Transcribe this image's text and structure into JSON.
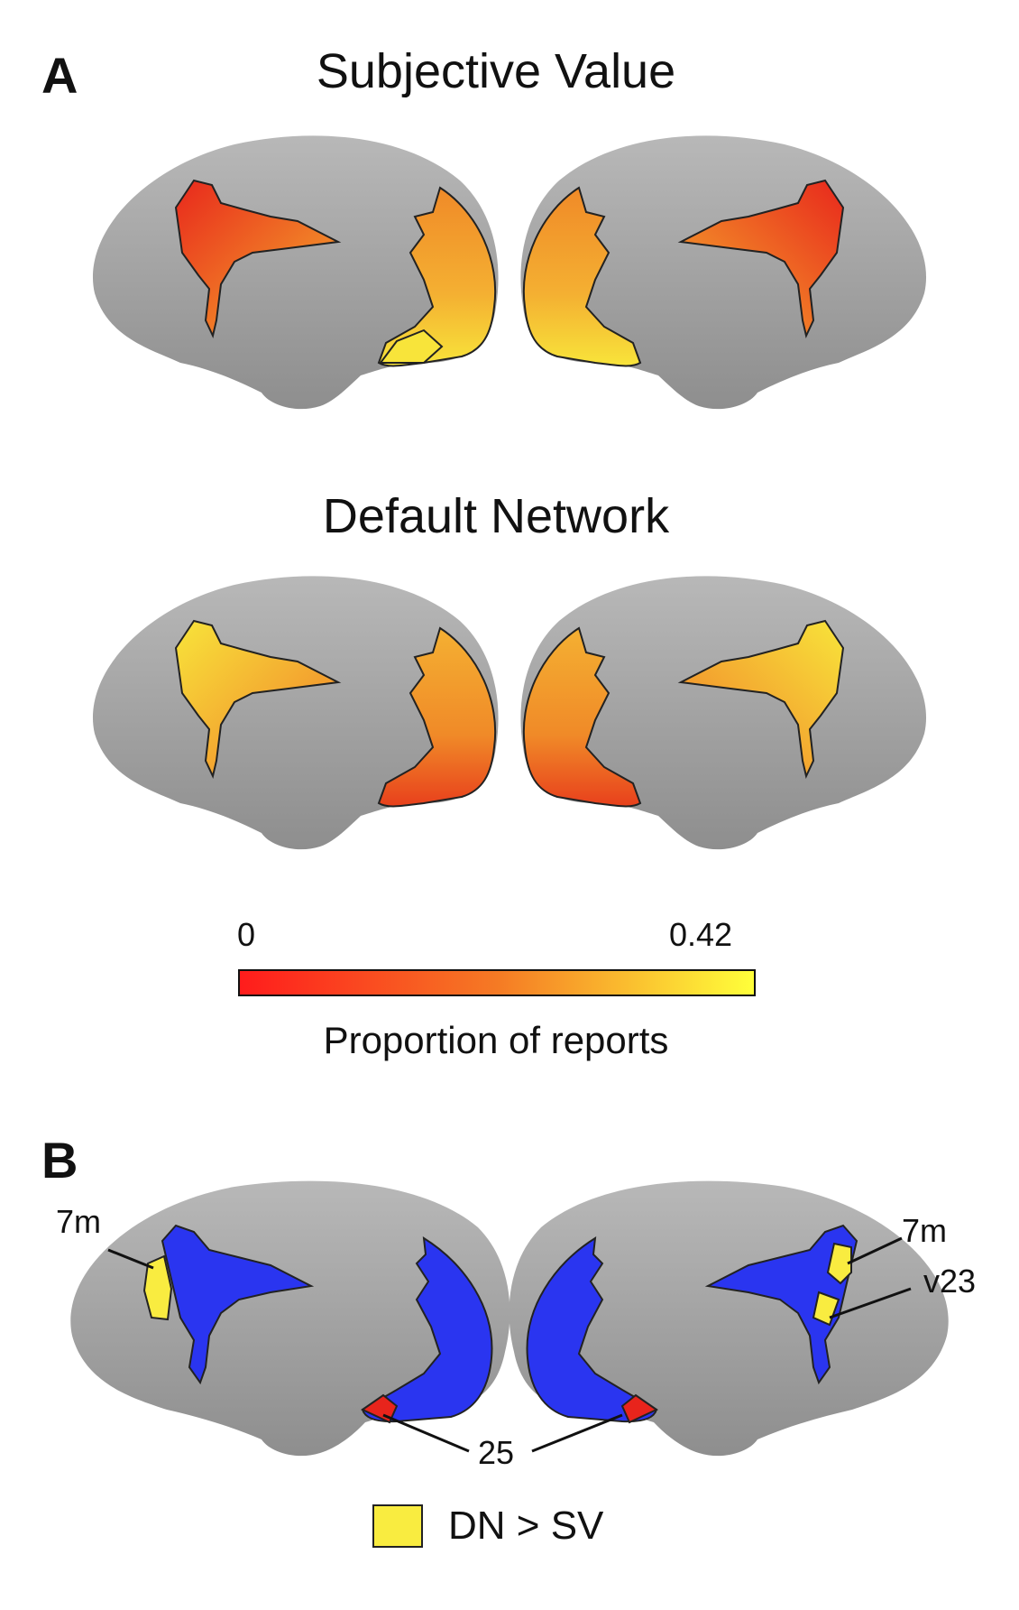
{
  "panel_a": {
    "letter": "A",
    "title_sv": "Subjective Value",
    "title_dn": "Default Network",
    "scale_min": "0",
    "scale_max": "0.42",
    "scale_title": "Proportion of reports",
    "gradient": [
      "#ff1c1c",
      "#f57a24",
      "#ffff3a"
    ]
  },
  "panel_b": {
    "letter": "B",
    "label_7m_left": "7m",
    "label_7m_right": "7m",
    "label_v23": "v23",
    "label_25": "25",
    "legend_text": "DN > SV"
  },
  "colors": {
    "brain": "#a7a7a7",
    "brain_shade": "#8b8b8b",
    "region_outline": "#222222",
    "red": "#e8241c",
    "orange": "#f08a28",
    "yellow": "#f8e83a",
    "blue": "#2a35f0",
    "dn_yellow": "#f9ec40"
  }
}
